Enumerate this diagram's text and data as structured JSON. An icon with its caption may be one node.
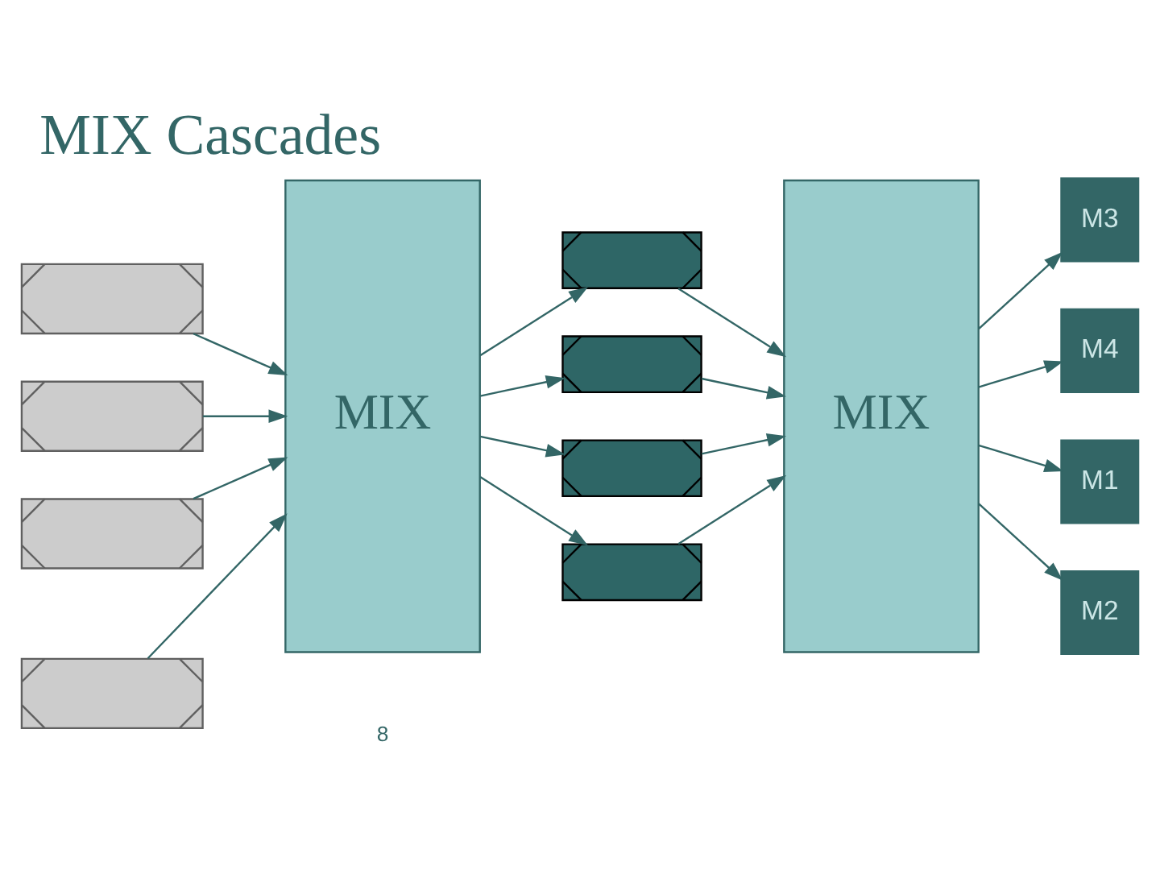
{
  "diagram": {
    "title": "MIX Cascades",
    "nodes": [
      {
        "text": [],
        "shape": "envelope"
      },
      {
        "text": [],
        "shape": "envelope"
      },
      {
        "text": [],
        "shape": "envelope"
      },
      {
        "text": [],
        "shape": "envelope"
      },
      {
        "text": [
          "MIX"
        ]
      },
      {
        "text": [],
        "shape": "envelope"
      },
      {
        "text": [],
        "shape": "envelope"
      },
      {
        "text": [],
        "shape": "envelope"
      },
      {
        "text": [],
        "shape": "envelope"
      },
      {
        "text": [
          "MIX"
        ]
      },
      {
        "text": [
          "M3"
        ]
      },
      {
        "text": [
          "M4"
        ]
      },
      {
        "text": [
          "M1"
        ]
      },
      {
        "text": [
          "M2"
        ]
      }
    ],
    "edges": [
      {
        "from": 0,
        "to": 4,
        "arrow": "to"
      },
      {
        "from": 1,
        "to": 4,
        "arrow": "to"
      },
      {
        "from": 2,
        "to": 4,
        "arrow": "to"
      },
      {
        "from": 3,
        "to": 4,
        "arrow": "to"
      },
      {
        "from": 4,
        "to": 5,
        "arrow": "to"
      },
      {
        "from": 4,
        "to": 6,
        "arrow": "to"
      },
      {
        "from": 4,
        "to": 7,
        "arrow": "to"
      },
      {
        "from": 4,
        "to": 8,
        "arrow": "to"
      },
      {
        "from": 5,
        "to": 9,
        "arrow": "to"
      },
      {
        "from": 6,
        "to": 9,
        "arrow": "to"
      },
      {
        "from": 7,
        "to": 9,
        "arrow": "to"
      },
      {
        "from": 8,
        "to": 9,
        "arrow": "to"
      },
      {
        "from": 9,
        "to": 10,
        "arrow": "to"
      },
      {
        "from": 9,
        "to": 11,
        "arrow": "to"
      },
      {
        "from": 9,
        "to": 12,
        "arrow": "to"
      },
      {
        "from": 9,
        "to": 13,
        "arrow": "to"
      }
    ],
    "labels": [
      "8"
    ]
  }
}
